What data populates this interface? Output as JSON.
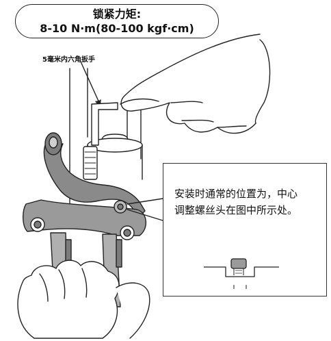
{
  "torque_box": {
    "title": "锁紧力矩:",
    "value": "8-10 N·m(80-100 kgf·cm)"
  },
  "wrench_label": "5毫米内六角扳手",
  "callout": {
    "line1": "安装时通常的位置为，中心",
    "line2": "调整螺丝头在图中所示处。"
  },
  "colors": {
    "line": "#222222",
    "tone": "#7c7c7c",
    "tone_light": "#cfcfcf",
    "background": "#ffffff"
  }
}
